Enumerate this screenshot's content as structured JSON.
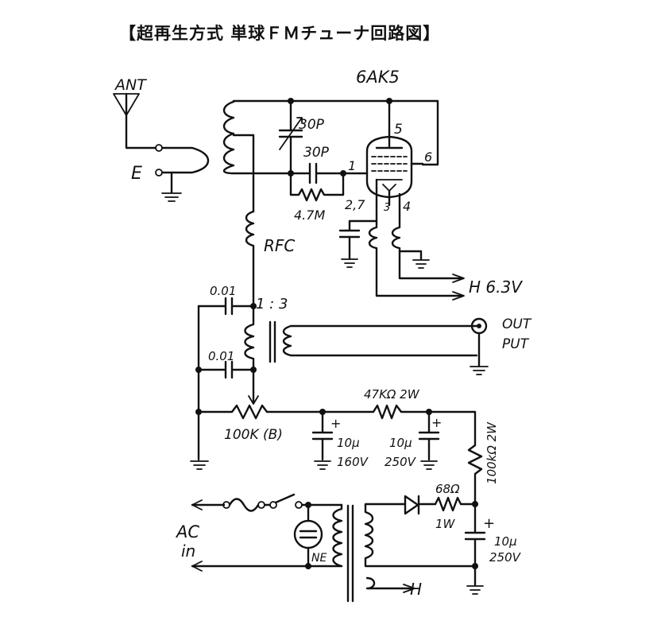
{
  "title": "【超再生方式 単球ＦＭチューナ回路図】",
  "tube": "6AK5",
  "labels": {
    "ant": "ANT",
    "earth": "E",
    "rfc": "RFC",
    "c_var": "30P",
    "c_fixed": "30P",
    "grid_r": "4.7M",
    "pin5": "5",
    "pin6": "6",
    "pin1": "1",
    "pins27": "2,7",
    "pin3": "3",
    "pin4": "4",
    "heater": "H 6.3V",
    "c_top": "0.01",
    "ratio": "1 : 3",
    "c_bottom": "0.01",
    "output": "OUT",
    "output2": "PUT",
    "pot": "100K (B)",
    "r_47k": "47KΩ 2W",
    "c1_val": "10μ",
    "c1_volt": "160V",
    "c2_val": "10μ",
    "c2_volt": "250V",
    "r_100k": "100kΩ 2W",
    "r_68": "68Ω",
    "r_68w": "1W",
    "c3_val": "10μ",
    "c3_volt": "250V",
    "ac": "AC",
    "ac_in": "in",
    "neon": "NE",
    "h_out": "H",
    "plus1": "+",
    "plus2": "+",
    "plus3": "+"
  }
}
